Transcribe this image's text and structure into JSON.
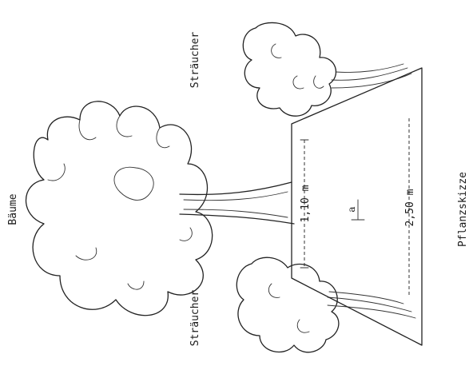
{
  "labels": {
    "trees": "Bäume",
    "shrubs_top": "Sträucher",
    "shrubs_bottom": "Sträucher",
    "sketch_title": "Pflanzskizze",
    "top_width": "1,10 m",
    "bottom_width": "2,50 m",
    "slope_mark": "a"
  }
}
